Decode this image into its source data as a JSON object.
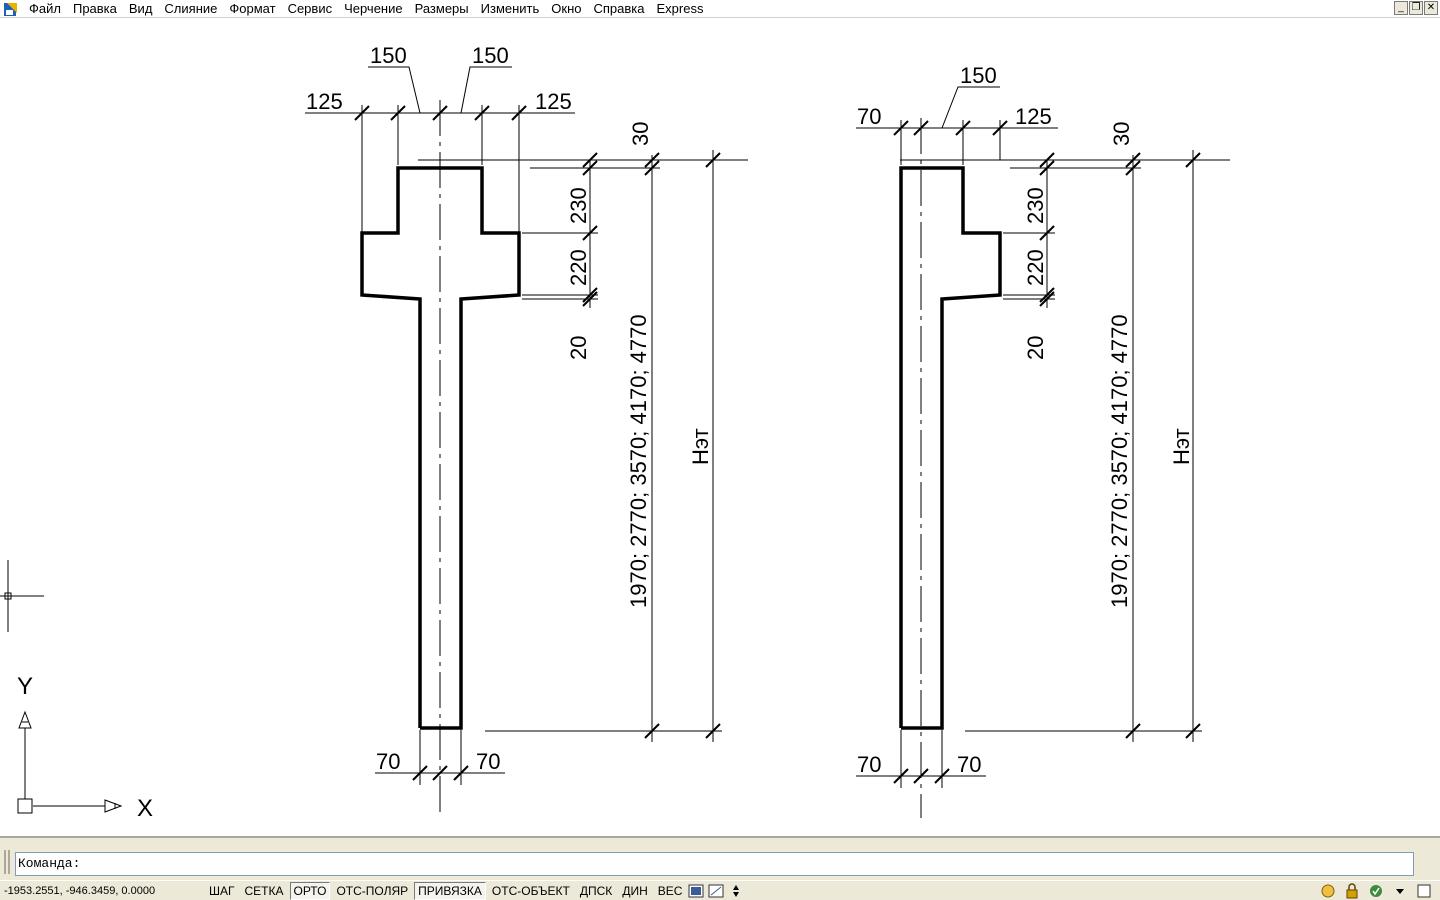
{
  "menu": {
    "items": [
      "Файл",
      "Правка",
      "Вид",
      "Слияние",
      "Формат",
      "Сервис",
      "Черчение",
      "Размеры",
      "Изменить",
      "Окно",
      "Справка",
      "Express"
    ]
  },
  "window_buttons": {
    "minimize": "_",
    "restore": "❐",
    "close": "✕"
  },
  "drawing": {
    "left": {
      "top_dims": [
        "125",
        "150",
        "150",
        "125"
      ],
      "right_dims": [
        "30",
        "230",
        "220",
        "20"
      ],
      "height_label": "1970; 2770; 3570; 4170; 4770",
      "floor_label": "Нэт",
      "bottom_dims": [
        "70",
        "70"
      ]
    },
    "right": {
      "top_dims": [
        "70",
        "150",
        "125"
      ],
      "right_dims": [
        "30",
        "230",
        "220",
        "20"
      ],
      "height_label": "1970; 2770; 3570; 4170; 4770",
      "floor_label": "Нэт",
      "bottom_dims": [
        "70",
        "70"
      ]
    },
    "ucs": {
      "x_label": "X",
      "y_label": "Y"
    }
  },
  "command": {
    "prompt": "Команда:"
  },
  "status": {
    "coordinates": "-1953.2551, -946.3459, 0.0000",
    "buttons": [
      {
        "label": "ШАГ",
        "on": false
      },
      {
        "label": "СЕТКА",
        "on": false
      },
      {
        "label": "ОРТО",
        "on": true
      },
      {
        "label": "ОТС-ПОЛЯР",
        "on": false
      },
      {
        "label": "ПРИВЯЗКА",
        "on": true
      },
      {
        "label": "ОТС-ОБЪЕКТ",
        "on": false
      },
      {
        "label": "ДПСК",
        "on": false
      },
      {
        "label": "ДИН",
        "on": false
      },
      {
        "label": "ВЕС",
        "on": false
      }
    ]
  }
}
